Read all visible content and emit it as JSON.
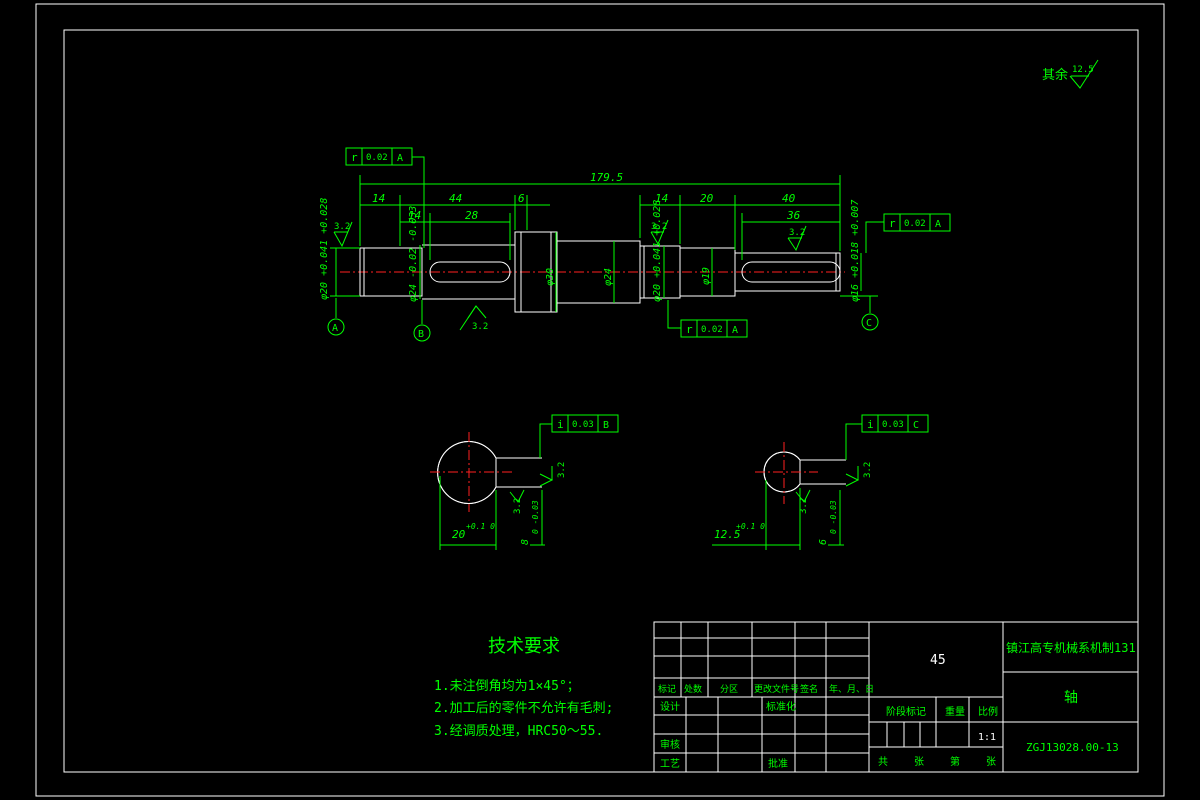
{
  "roughness": {
    "label": "其余",
    "value": "12.5"
  },
  "tolerances": {
    "runout_a": {
      "symbol": "r",
      "value": "0.02",
      "datum": "A"
    },
    "runout_b": {
      "symbol": "r",
      "value": "0.02",
      "datum": "A"
    },
    "runout_c": {
      "symbol": "r",
      "value": "0.02",
      "datum": "A"
    },
    "sym_b": {
      "symbol": "i",
      "value": "0.03",
      "datum": "B"
    },
    "sym_c": {
      "symbol": "i",
      "value": "0.03",
      "datum": "C"
    }
  },
  "datums": {
    "a": "A",
    "b": "B",
    "c": "C"
  },
  "dims": {
    "total": "179.5",
    "d14a": "14",
    "d14b": "14",
    "d44": "44",
    "d28": "28",
    "d6": "6",
    "d14c": "14",
    "d20": "20",
    "d40": "40",
    "d36": "36",
    "dia_20a": "φ20 +0.041 +0.028",
    "dia_24a": "φ24 -0.02 -0.033",
    "dia_30": "φ30",
    "dia_24b": "φ24",
    "dia_20b": "φ20 +0.041 +0.028",
    "dia_19": "φ19",
    "dia_16": "φ16 +0.018 +0.007"
  },
  "roughness_marks": {
    "r1": "3.2",
    "r2": "3.2",
    "r3": "3.2",
    "r4": "3.2"
  },
  "sections": {
    "left": {
      "width": "20",
      "width_tol": "+0.1 0",
      "depth": "8",
      "depth_tol": "0 -0.03",
      "ra1": "3.2",
      "ra2": "3.2"
    },
    "right": {
      "width": "12.5",
      "width_tol": "+0.1 0",
      "depth": "6",
      "depth_tol": "0 -0.03",
      "ra1": "3.2",
      "ra2": "3.2"
    }
  },
  "notes": {
    "title": "技术要求",
    "items": [
      "1.未注倒角均为1×45°；",
      "2.加工后的零件不允许有毛刺;",
      "3.经调质处理，HRC50～55."
    ]
  },
  "title_block": {
    "material": "45",
    "school": "镇江高专机械系机制131",
    "part_name": "轴",
    "drawing_no": "ZGJ13028.00-13",
    "scale": "1:1",
    "header": [
      "标记",
      "处数",
      "分区",
      "更改文件号",
      "签名",
      "年、月、日"
    ],
    "design": "设计",
    "standard": "标准化",
    "check": "审核",
    "process": "工艺",
    "approve": "批准",
    "stage_mark": "阶段标记",
    "weight": "重量",
    "scale_label": "比例",
    "total": "共",
    "sheets1": "张",
    "page": "第",
    "sheets2": "张"
  }
}
